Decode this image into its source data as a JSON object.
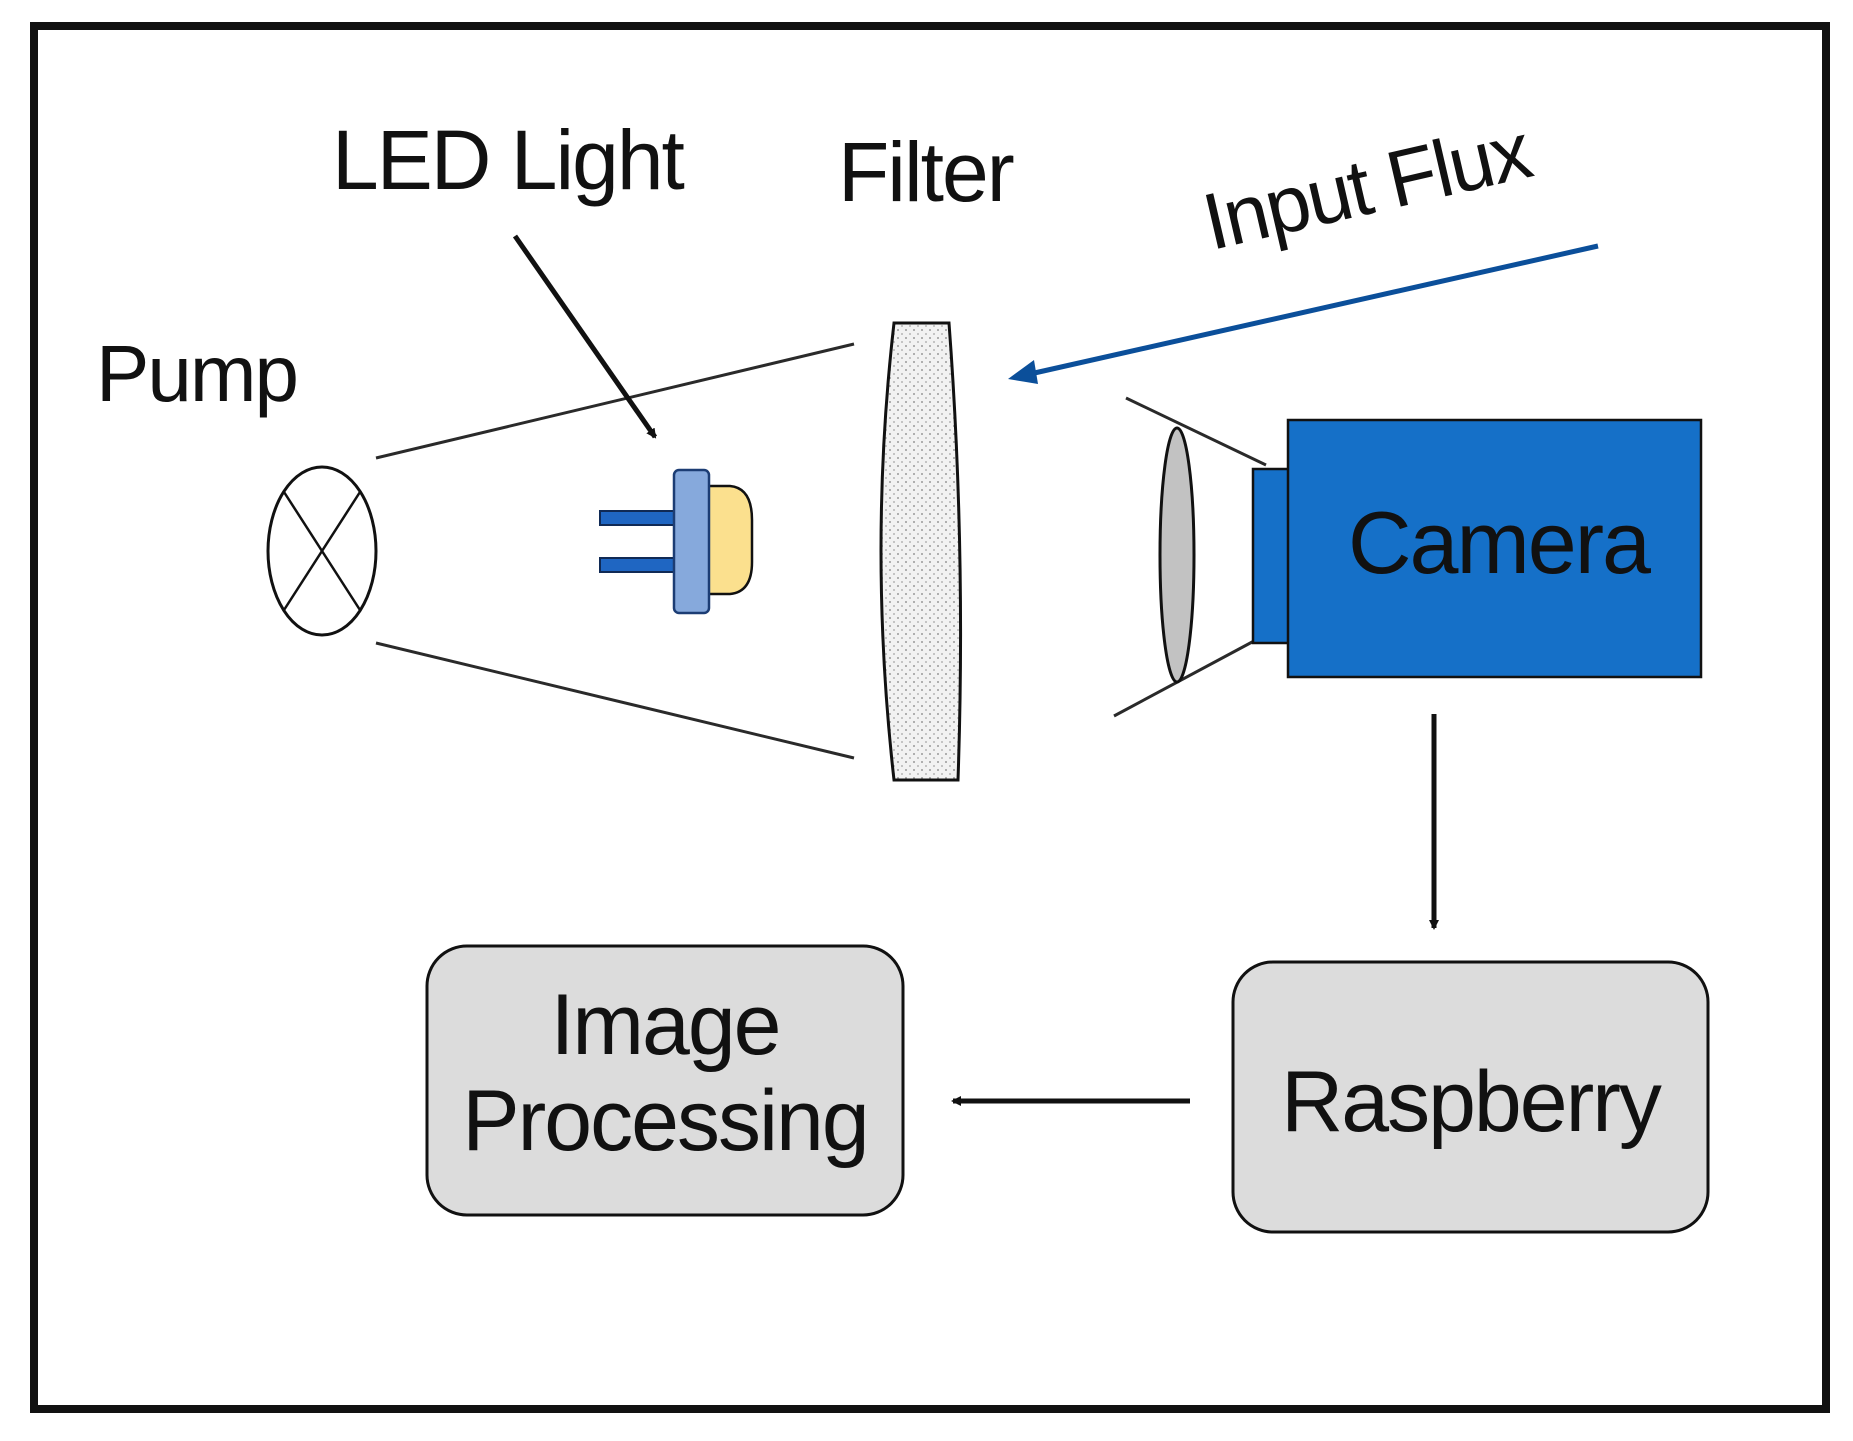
{
  "labels": {
    "pump": "Pump",
    "led_light": "LED Light",
    "filter": "Filter",
    "input_flux": "Input Flux",
    "camera": "Camera",
    "raspberry": "Raspberry",
    "image_processing_line1": "Image",
    "image_processing_line2": "Processing"
  },
  "colors": {
    "frame": "#111111",
    "camera_body": "#1570c8",
    "led_base": "#86a9dc",
    "led_pins": "#1f66c2",
    "led_dome": "#fbe08e",
    "input_flux_arrow": "#0b4f9a",
    "box_fill": "#dcdcdc",
    "lens_fill": "#c2c2c2",
    "filter_fill": "#f0f0f0"
  },
  "icons": {
    "pump": "lamp-cross-icon",
    "led": "led-icon",
    "filter": "filter-lens-icon",
    "camera_lens": "camera-lens-icon"
  }
}
